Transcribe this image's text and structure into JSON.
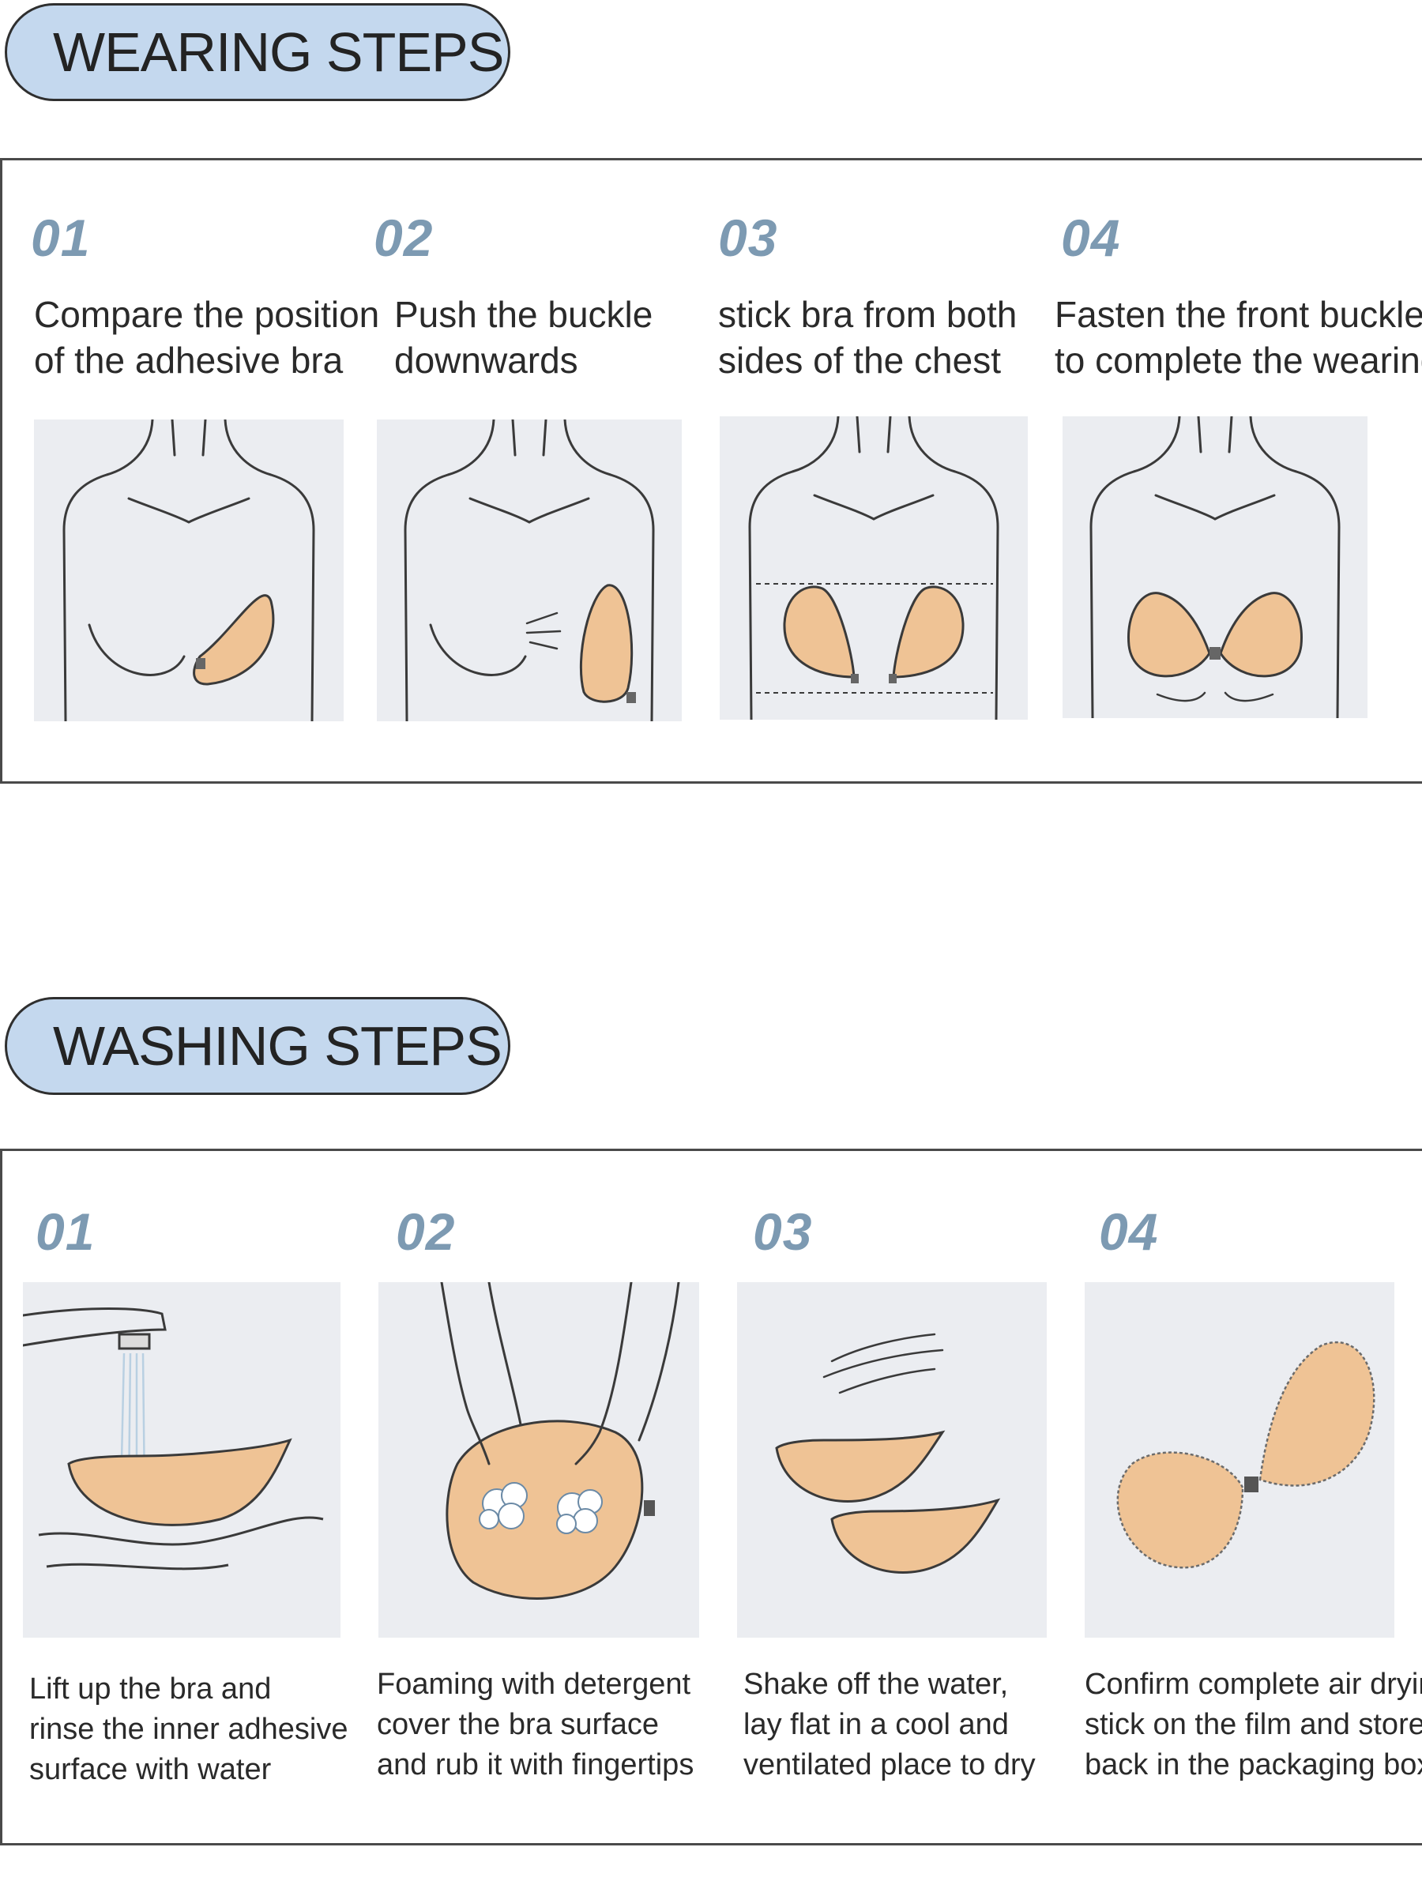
{
  "wearing": {
    "title": "WEARING STEPS",
    "steps": [
      {
        "num": "01",
        "line1": "Compare the position",
        "line2": "of the adhesive bra"
      },
      {
        "num": "02",
        "line1": "Push the buckle",
        "line2": "downwards"
      },
      {
        "num": "03",
        "line1": "stick bra from both",
        "line2": "sides of the chest"
      },
      {
        "num": "04",
        "line1": "Fasten the front buckle",
        "line2": "to complete the wearing"
      }
    ]
  },
  "washing": {
    "title": "WASHING STEPS",
    "steps": [
      {
        "num": "01",
        "line1": "Lift up the bra and",
        "line2": "rinse the inner adhesive",
        "line3": "surface with water"
      },
      {
        "num": "02",
        "line1": "Foaming with detergent",
        "line2": "cover the bra surface",
        "line3": "and rub it with fingertips"
      },
      {
        "num": "03",
        "line1": "Shake off the water,",
        "line2": "lay flat in a cool and",
        "line3": "ventilated place to dry"
      },
      {
        "num": "04",
        "line1": "Confirm complete air drying",
        "line2": "stick on the film and store",
        "line3": "back in the packaging box"
      }
    ]
  },
  "colors": {
    "pill": "#c4d8ee",
    "number": "#7d9ab2",
    "cup": "#efc395",
    "illustration_bg": "#ebedf1"
  }
}
